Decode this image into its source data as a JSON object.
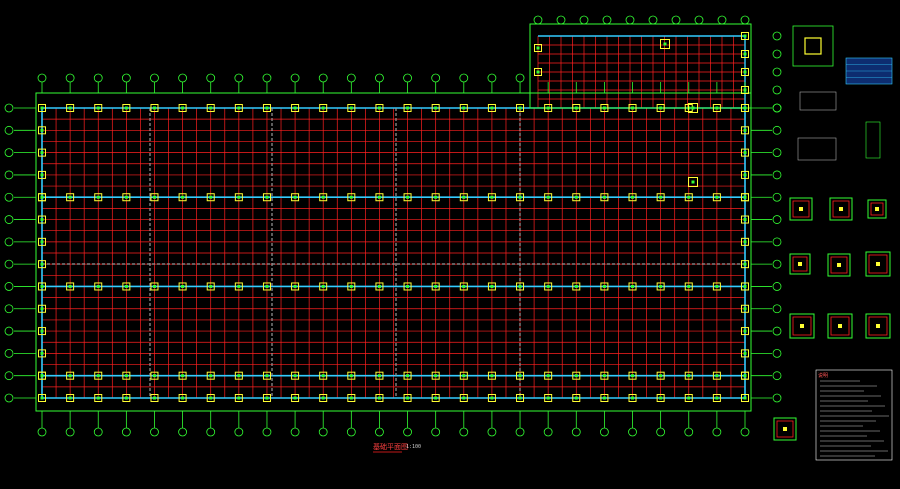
{
  "drawing": {
    "title": "基础平面图",
    "scale": "1:100",
    "legend_header": "说明"
  },
  "palette": {
    "background": "#000000",
    "axis": "#33ff33",
    "grid": "#ff2020",
    "footing": "#ffff33",
    "beam": "#33ccff",
    "text": "#ffffff"
  },
  "grid": {
    "columns": 26,
    "rows": 14,
    "annex_columns": 10,
    "annex_rows": 5
  },
  "details": {
    "count": 10
  }
}
